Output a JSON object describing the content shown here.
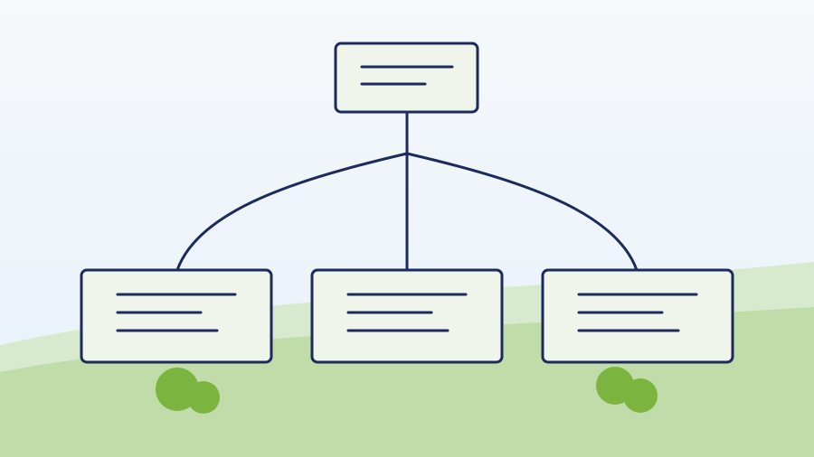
{
  "colors": {
    "sky_top": "#f6f8fa",
    "sky_bottom": "#e6f0fa",
    "hill_light": "#d8eacd",
    "hill_mid": "#c0dca8",
    "bush": "#7cb440",
    "line": "#1c2b5c",
    "box_fill": "#f0f5ec"
  },
  "icons": {
    "bush": "bush-icon"
  },
  "diagram": {
    "type": "org-chart",
    "root": {
      "text_line_count": 2,
      "children": [
        {
          "text_line_count": 3
        },
        {
          "text_line_count": 3
        },
        {
          "text_line_count": 3
        }
      ]
    }
  }
}
